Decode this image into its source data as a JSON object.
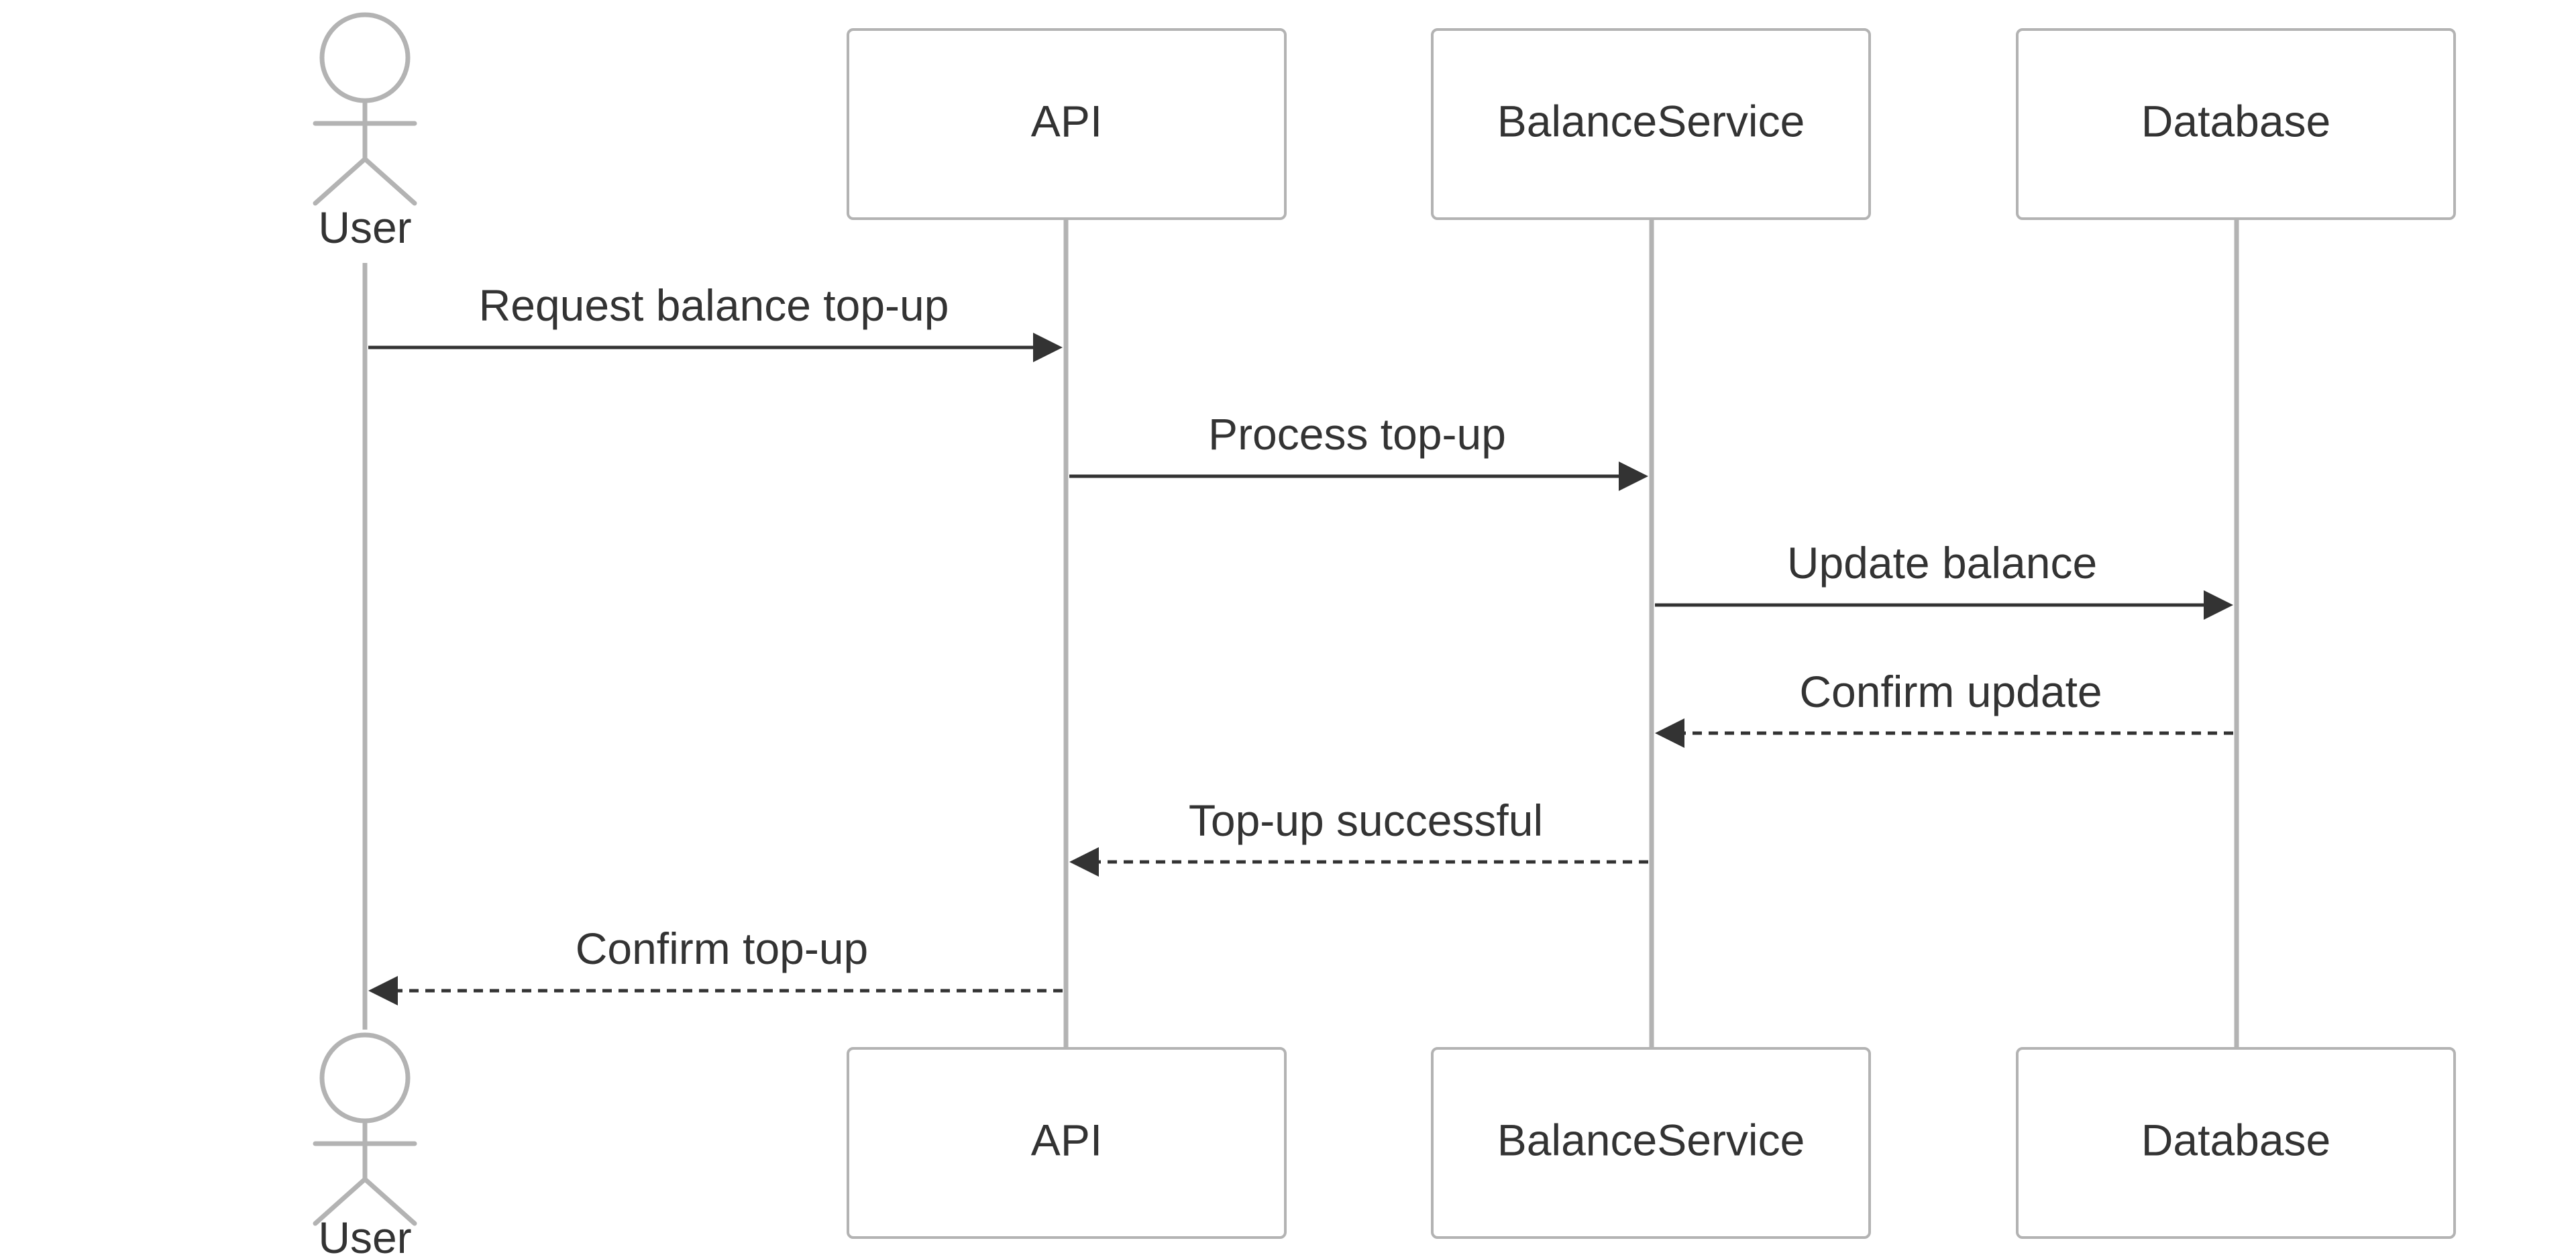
{
  "actor": {
    "label": "User"
  },
  "participants": [
    {
      "id": "api",
      "label": "API"
    },
    {
      "id": "balance-service",
      "label": "BalanceService"
    },
    {
      "id": "database",
      "label": "Database"
    }
  ],
  "messages": [
    {
      "from": "user",
      "to": "api",
      "label": "Request balance top-up",
      "style": "solid"
    },
    {
      "from": "api",
      "to": "balance-service",
      "label": "Process top-up",
      "style": "solid"
    },
    {
      "from": "balance-service",
      "to": "database",
      "label": "Update balance",
      "style": "solid"
    },
    {
      "from": "database",
      "to": "balance-service",
      "label": "Confirm update",
      "style": "dashed"
    },
    {
      "from": "balance-service",
      "to": "api",
      "label": "Top-up successful",
      "style": "dashed"
    },
    {
      "from": "api",
      "to": "user",
      "label": "Confirm top-up",
      "style": "dashed"
    }
  ],
  "colors": {
    "lifeline": "#b3b3b3",
    "box_border": "#b3b3b3",
    "text": "#333333",
    "arrow": "#333333",
    "background": "#ffffff"
  }
}
